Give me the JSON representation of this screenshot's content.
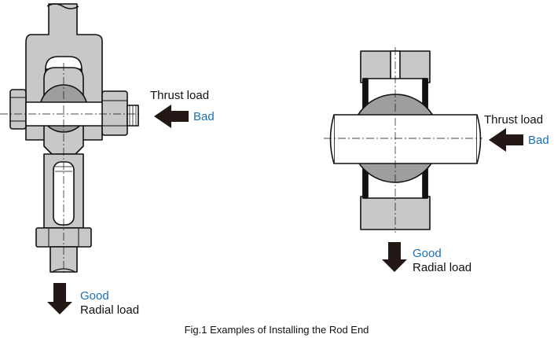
{
  "left": {
    "thrust_label": "Thrust load",
    "thrust_rating": "Bad",
    "radial_rating": "Good",
    "radial_label": "Radial load"
  },
  "right": {
    "thrust_label": "Thrust load",
    "thrust_rating": "Bad",
    "radial_rating": "Good",
    "radial_label": "Radial load"
  },
  "caption": "Fig.1 Examples of Installing the Rod End",
  "colors": {
    "bad": "#1a6fb8",
    "good": "#1a6fb8",
    "text": "#111111",
    "part_fill": "#c8c8c8",
    "ball_fill": "#9e9e9e",
    "outline": "#111111",
    "arrow": "#231815"
  }
}
